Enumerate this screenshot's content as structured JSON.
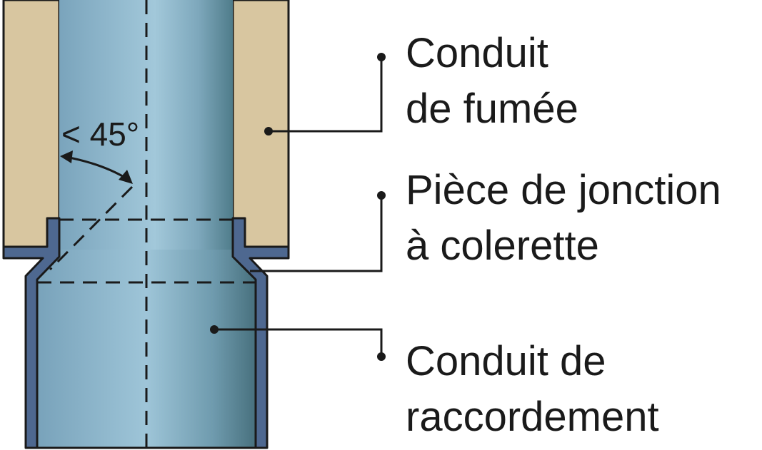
{
  "diagram": {
    "angle_label": "< 45°",
    "labels": {
      "conduit_fumee": {
        "line1": "Conduit",
        "line2": "de fumée"
      },
      "piece_jonction": {
        "line1": "Pièce de jonction",
        "line2": "à colerette"
      },
      "conduit_raccordement": {
        "line1": "Conduit de",
        "line2": "raccordement"
      }
    },
    "colors": {
      "masonry": "#d8c6a0",
      "pipe_light": "#9cc4d6",
      "pipe_mid": "#84aec6",
      "pipe_dark": "#5a8595",
      "collar": "#4e6890",
      "outline": "#1a1a1a",
      "text": "#1a1a1a"
    }
  }
}
